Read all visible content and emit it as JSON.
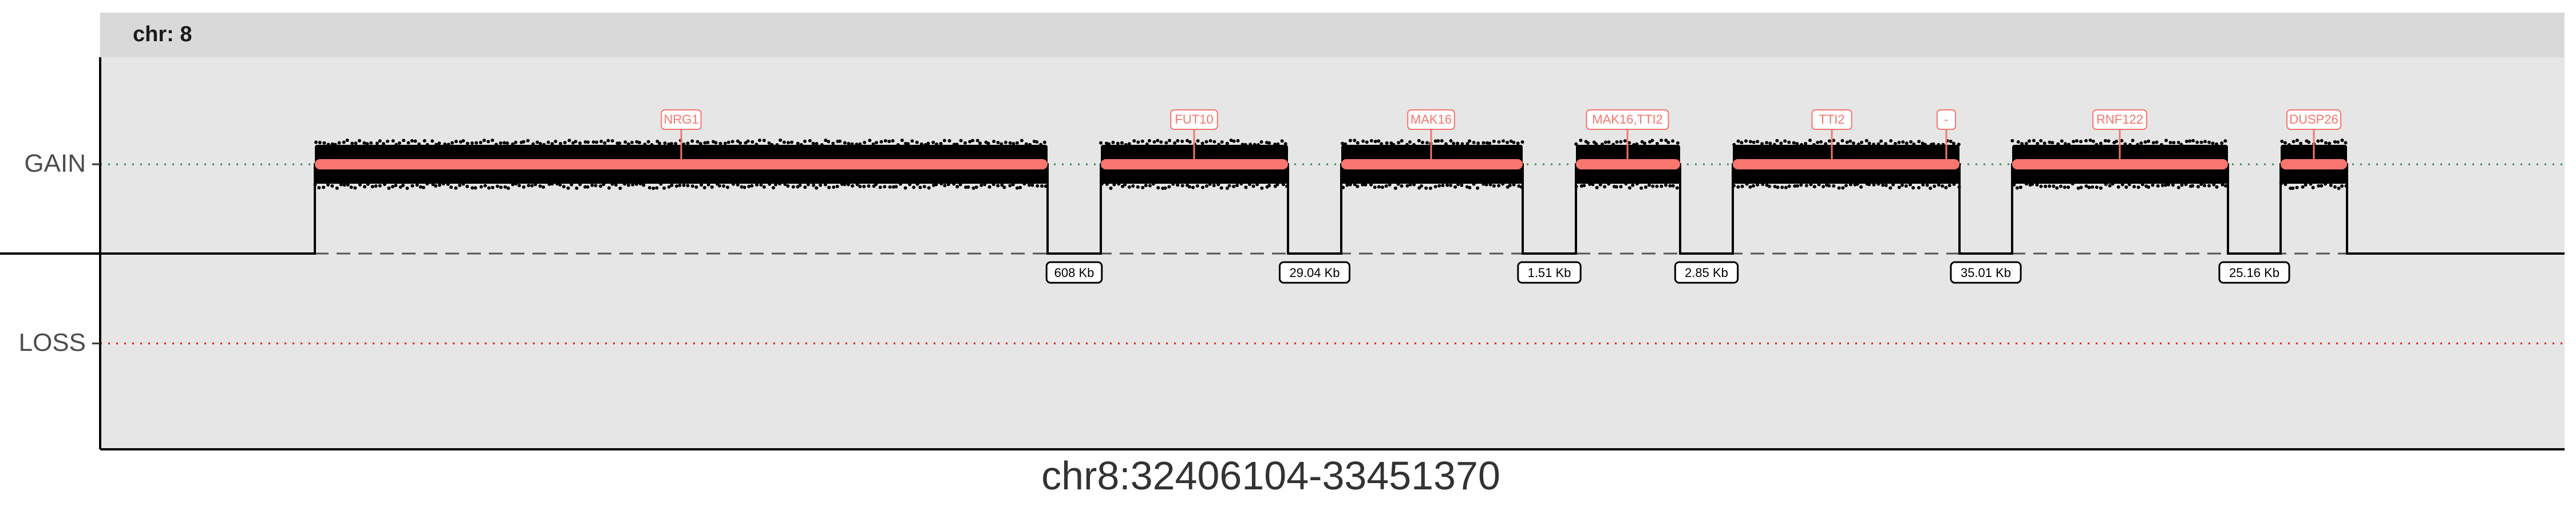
{
  "chart_data": {
    "type": "segment-track",
    "panel_strip": "chr: 8",
    "xlabel": "chr8:32406104-33451370",
    "y_categories": [
      "GAIN",
      "LOSS"
    ],
    "grid": false,
    "colors": {
      "panel_background": "#E6E6E6",
      "strip_background": "#D9D9D9",
      "segment": "#F8766D",
      "points": "#000000",
      "gain_line": "#2E8B57",
      "loss_line": "#E41A1C",
      "step_line": "#000000",
      "gap_line": "#555555",
      "gene_label_border": "#F8766D",
      "gene_label_text": "#F8766D",
      "gap_label_border": "#000000"
    },
    "segments": [
      {
        "state": "GAIN",
        "gene": "NRG1"
      },
      {
        "state": "GAIN",
        "gene": "FUT10"
      },
      {
        "state": "GAIN",
        "gene": "MAK16"
      },
      {
        "state": "GAIN",
        "gene": "MAK16,TTI2"
      },
      {
        "state": "GAIN",
        "genes": [
          "TTI2",
          "-"
        ]
      },
      {
        "state": "GAIN",
        "gene": "RNF122"
      },
      {
        "state": "GAIN",
        "gene": "DUSP26"
      }
    ],
    "gaps": [
      "608 Kb",
      "29.04 Kb",
      "1.51 Kb",
      "2.85 Kb",
      "35.01 Kb",
      "25.16 Kb"
    ]
  }
}
